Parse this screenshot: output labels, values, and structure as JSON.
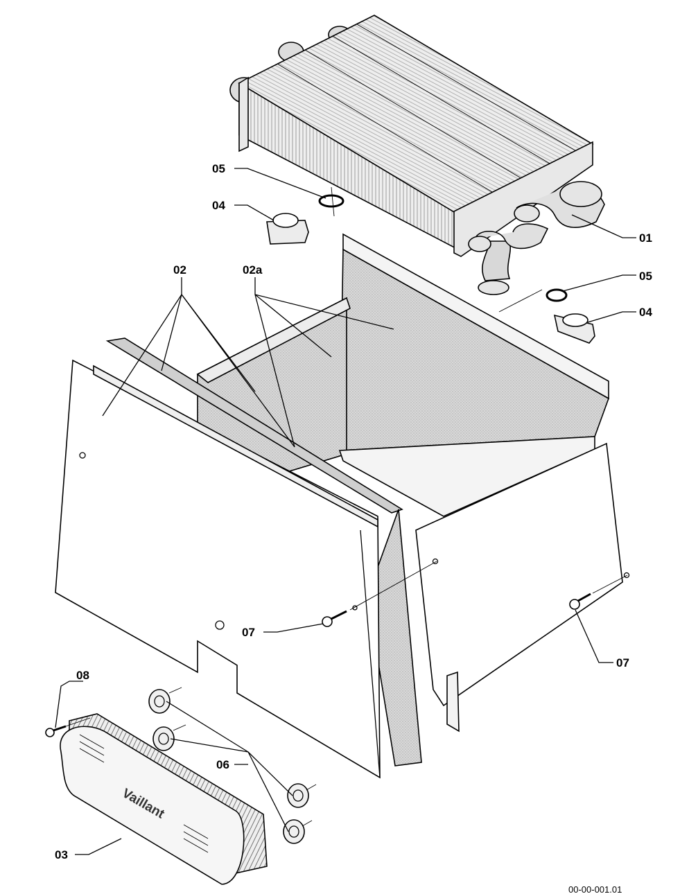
{
  "labels": {
    "p01": "01",
    "p02": "02",
    "p02a": "02a",
    "p03": "03",
    "p04_left": "04",
    "p04_right": "04",
    "p05_left": "05",
    "p05_right": "05",
    "p06": "06",
    "p07_left": "07",
    "p07_right": "07",
    "p08": "08"
  },
  "brand": "Vaillant",
  "footer_code": "00-00-001.01",
  "colors": {
    "line": "#000000",
    "panel": "#ffffff",
    "insulation": "#d9d9d9",
    "metal": "#e6e6e6"
  }
}
